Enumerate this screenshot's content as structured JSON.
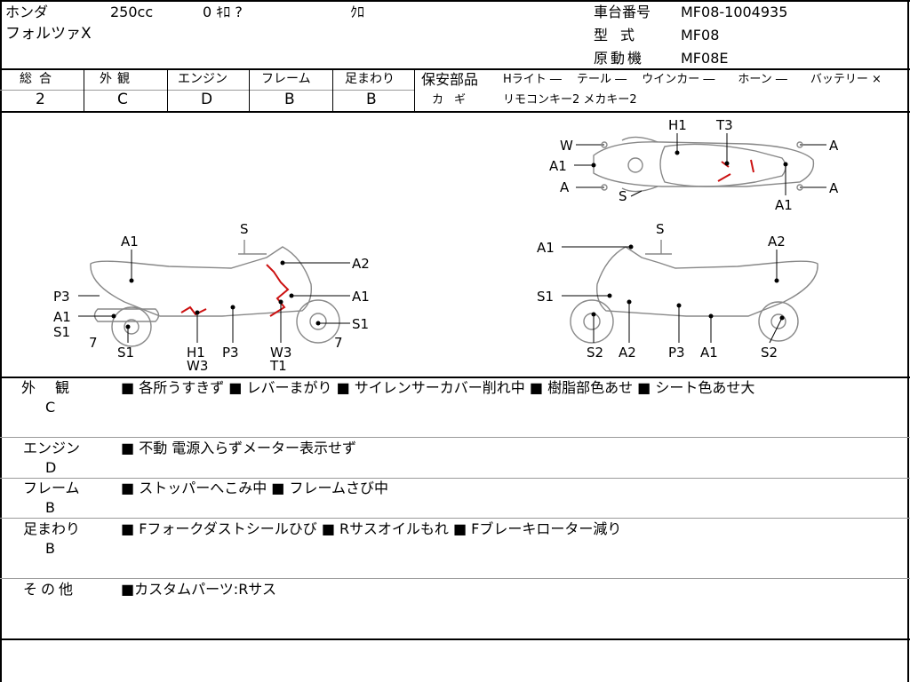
{
  "header": {
    "maker": "ホンダ",
    "displacement": "250cc",
    "mileage": "0 ｷﾛ ?",
    "color": "ｸﾛ",
    "model": "フォルツァX",
    "frame_label": "車台番号",
    "frame_number": "MF08-1004935",
    "type_label": "型式",
    "type_value": "MF08",
    "engine_label": "原動機",
    "engine_value": "MF08E"
  },
  "grades": [
    {
      "label": "総合",
      "value": "2"
    },
    {
      "label": "外観",
      "value": "C"
    },
    {
      "label": "エンジン",
      "value": "D"
    },
    {
      "label": "フレーム",
      "value": "B"
    },
    {
      "label": "足まわり",
      "value": "B"
    }
  ],
  "safety": {
    "label": "保安部品",
    "items": "Hライト ―　 テール ―　 ウインカー ―　　ホーン ―　　バッテリー ×",
    "keys_label": "カギ",
    "keys_value": "リモコンキー2 メカキー2"
  },
  "diagram": {
    "top": [
      "W",
      "A1",
      "A",
      "S",
      "H1",
      "T3",
      "A",
      "A",
      "A1"
    ],
    "left": [
      "A1",
      "S",
      "A2",
      "P3",
      "A1",
      "A1",
      "S1",
      "S1",
      "7",
      "7",
      "H1",
      "W3",
      "P3",
      "W3",
      "T1",
      "S1"
    ],
    "right": [
      "A1",
      "S",
      "A2",
      "S1",
      "S2",
      "A2",
      "P3",
      "A1",
      "S2"
    ]
  },
  "remarks": [
    {
      "label": "外観",
      "grade": "C",
      "text": "■ 各所うすきず ■ レバーまがり ■ サイレンサーカバー削れ中 ■ 樹脂部色あせ ■ シート色あせ大"
    },
    {
      "label": "エンジン",
      "grade": "D",
      "text": "■ 不動 電源入らずメーター表示せず"
    },
    {
      "label": "フレーム",
      "grade": "B",
      "text": "■ ストッパーへこみ中 ■ フレームさび中"
    },
    {
      "label": "足まわり",
      "grade": "B",
      "text": "■ Fフォークダストシールひび ■ Rサスオイルもれ ■ Fブレーキローター減り"
    },
    {
      "label": "その他",
      "grade": "",
      "text": "■カスタムパーツ:Rサス"
    }
  ],
  "colors": {
    "damage": "#cc1111",
    "outline": "#888888"
  }
}
